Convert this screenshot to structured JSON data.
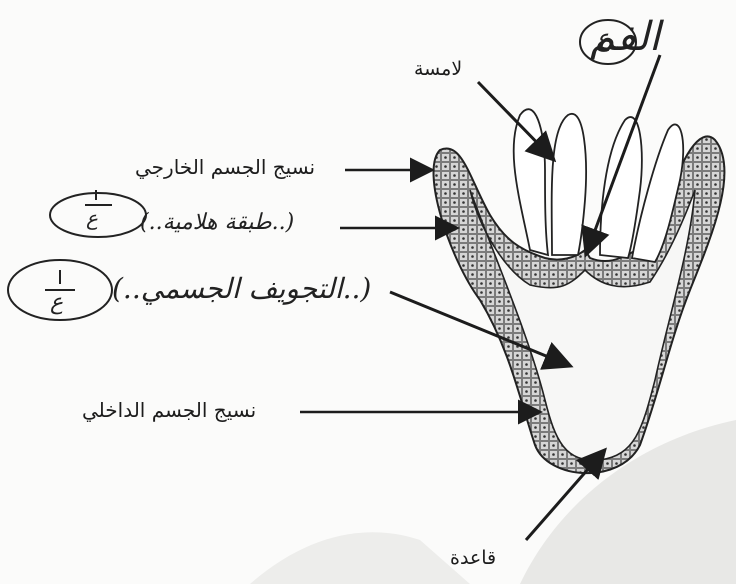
{
  "header": {
    "text": "الفم"
  },
  "labels": {
    "tentacle": "لامسة",
    "outer_tissue": "نسيج الجسم الخارجي",
    "middle_layer": "(..طبقة هلامية..)",
    "body_cavity": "(..التجويف الجسمي..)",
    "inner_tissue": "نسيج الجسم الداخلي",
    "base": "قاعدة"
  },
  "scores": [
    "ع",
    "ع",
    "ع"
  ],
  "colors": {
    "ink": "#1c1c1c",
    "wall_fill": "#d9d9d9",
    "paper": "#fbfbfa"
  }
}
